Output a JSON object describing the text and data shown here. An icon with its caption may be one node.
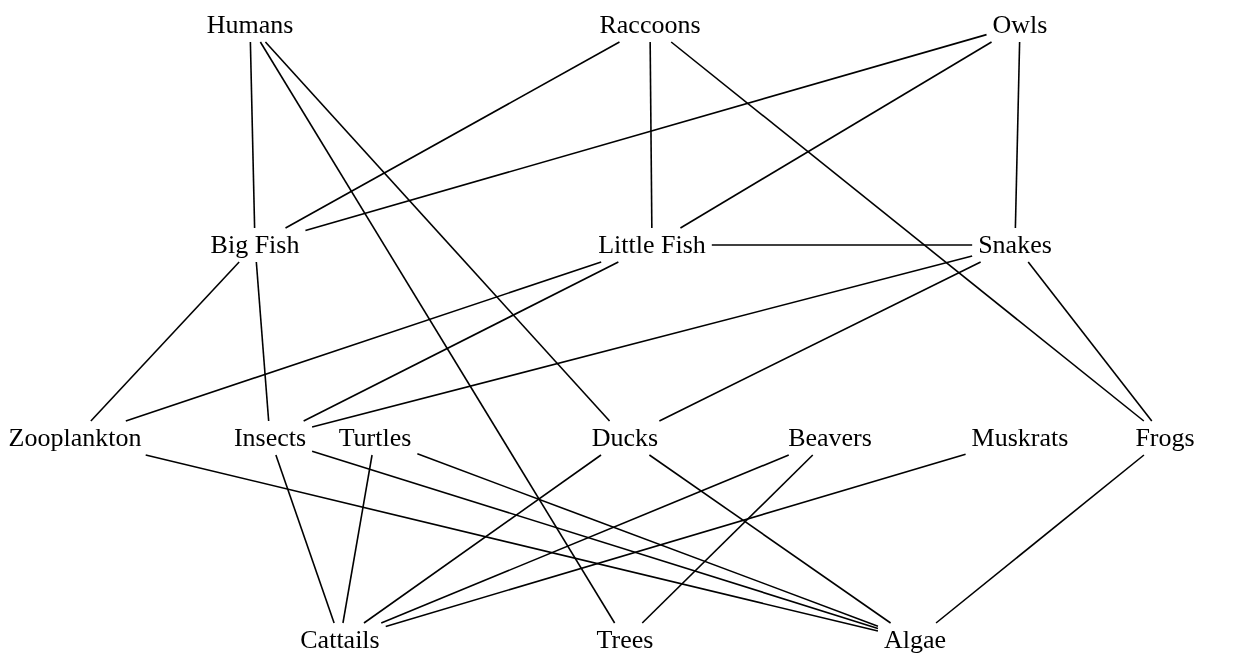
{
  "diagram": {
    "nodes": [
      {
        "text": [
          "Humans"
        ]
      },
      {
        "text": [
          "Raccoons"
        ]
      },
      {
        "text": [
          "Owls"
        ]
      },
      {
        "text": [
          "Big Fish"
        ]
      },
      {
        "text": [
          "Little Fish"
        ]
      },
      {
        "text": [
          "Snakes"
        ]
      },
      {
        "text": [
          "Zooplankton"
        ]
      },
      {
        "text": [
          "Insects"
        ]
      },
      {
        "text": [
          "Turtles"
        ]
      },
      {
        "text": [
          "Ducks"
        ]
      },
      {
        "text": [
          "Beavers"
        ]
      },
      {
        "text": [
          "Muskrats"
        ]
      },
      {
        "text": [
          "Frogs"
        ]
      },
      {
        "text": [
          "Cattails"
        ]
      },
      {
        "text": [
          "Trees"
        ]
      },
      {
        "text": [
          "Algae"
        ]
      }
    ],
    "edges": [
      {
        "from": 0,
        "to": 3,
        "arrow": "none"
      },
      {
        "from": 0,
        "to": 14,
        "arrow": "none"
      },
      {
        "from": 0,
        "to": 9,
        "arrow": "none"
      },
      {
        "from": 1,
        "to": 3,
        "arrow": "none"
      },
      {
        "from": 1,
        "to": 4,
        "arrow": "none"
      },
      {
        "from": 1,
        "to": 12,
        "arrow": "none"
      },
      {
        "from": 2,
        "to": 3,
        "arrow": "none"
      },
      {
        "from": 2,
        "to": 4,
        "arrow": "none"
      },
      {
        "from": 2,
        "to": 5,
        "arrow": "none"
      },
      {
        "from": 4,
        "to": 5,
        "arrow": "none"
      },
      {
        "from": 3,
        "to": 6,
        "arrow": "none"
      },
      {
        "from": 3,
        "to": 7,
        "arrow": "none"
      },
      {
        "from": 4,
        "to": 6,
        "arrow": "none"
      },
      {
        "from": 4,
        "to": 7,
        "arrow": "none"
      },
      {
        "from": 5,
        "to": 7,
        "arrow": "none"
      },
      {
        "from": 5,
        "to": 9,
        "arrow": "none"
      },
      {
        "from": 5,
        "to": 12,
        "arrow": "none"
      },
      {
        "from": 6,
        "to": 15,
        "arrow": "none"
      },
      {
        "from": 7,
        "to": 13,
        "arrow": "none"
      },
      {
        "from": 7,
        "to": 15,
        "arrow": "none"
      },
      {
        "from": 8,
        "to": 13,
        "arrow": "none"
      },
      {
        "from": 8,
        "to": 15,
        "arrow": "none"
      },
      {
        "from": 9,
        "to": 13,
        "arrow": "none"
      },
      {
        "from": 9,
        "to": 15,
        "arrow": "none"
      },
      {
        "from": 10,
        "to": 13,
        "arrow": "none"
      },
      {
        "from": 10,
        "to": 14,
        "arrow": "none"
      },
      {
        "from": 11,
        "to": 13,
        "arrow": "none"
      },
      {
        "from": 12,
        "to": 15,
        "arrow": "none"
      }
    ]
  }
}
